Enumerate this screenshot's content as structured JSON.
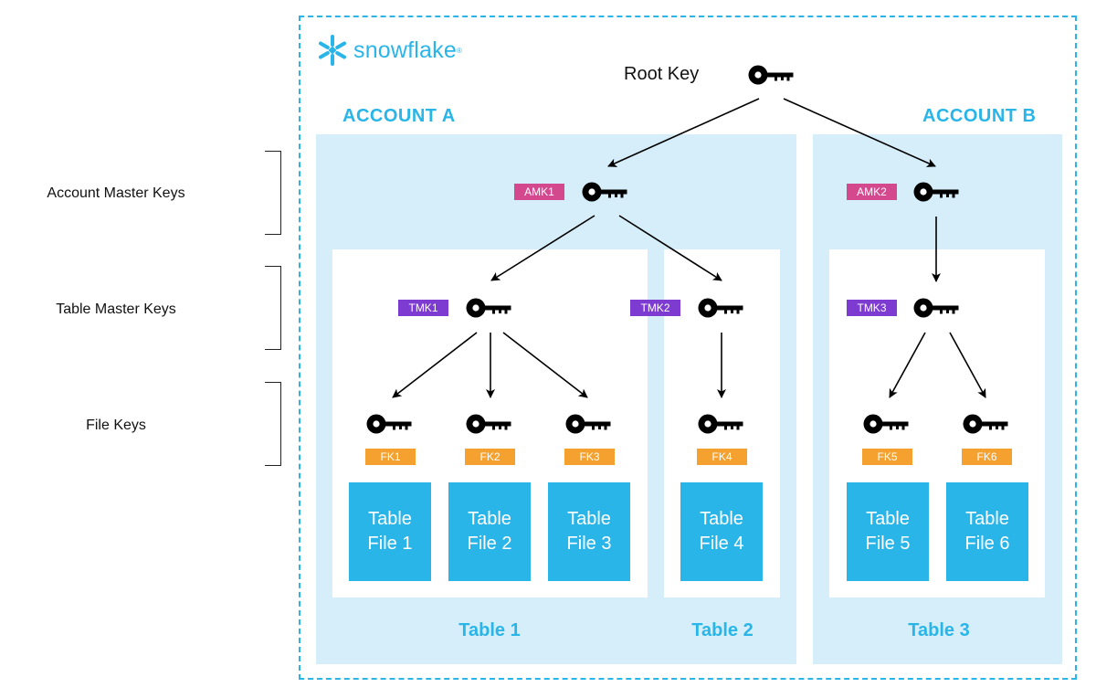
{
  "logo": {
    "text": "snowflake",
    "mark": "®"
  },
  "root": {
    "label": "Root Key",
    "icon": "key-icon"
  },
  "tiers": {
    "account": "Account Master Keys",
    "table": "Table Master Keys",
    "file": "File Keys"
  },
  "accounts": [
    {
      "title": "ACCOUNT A"
    },
    {
      "title": "ACCOUNT B"
    }
  ],
  "amk": [
    "AMK1",
    "AMK2"
  ],
  "tmk": [
    "TMK1",
    "TMK2",
    "TMK3"
  ],
  "fk": [
    "FK1",
    "FK2",
    "FK3",
    "FK4",
    "FK5",
    "FK6"
  ],
  "files": [
    {
      "line1": "Table",
      "line2": "File 1"
    },
    {
      "line1": "Table",
      "line2": "File 2"
    },
    {
      "line1": "Table",
      "line2": "File 3"
    },
    {
      "line1": "Table",
      "line2": "File 4"
    },
    {
      "line1": "Table",
      "line2": "File 5"
    },
    {
      "line1": "Table",
      "line2": "File 6"
    }
  ],
  "tables": [
    "Table 1",
    "Table 2",
    "Table 3"
  ],
  "colors": {
    "brand": "#29b5e8",
    "account_bg": "#d5eef9",
    "amk": "#d4488e",
    "tmk": "#7d3bd1",
    "fk": "#f4a12f"
  }
}
